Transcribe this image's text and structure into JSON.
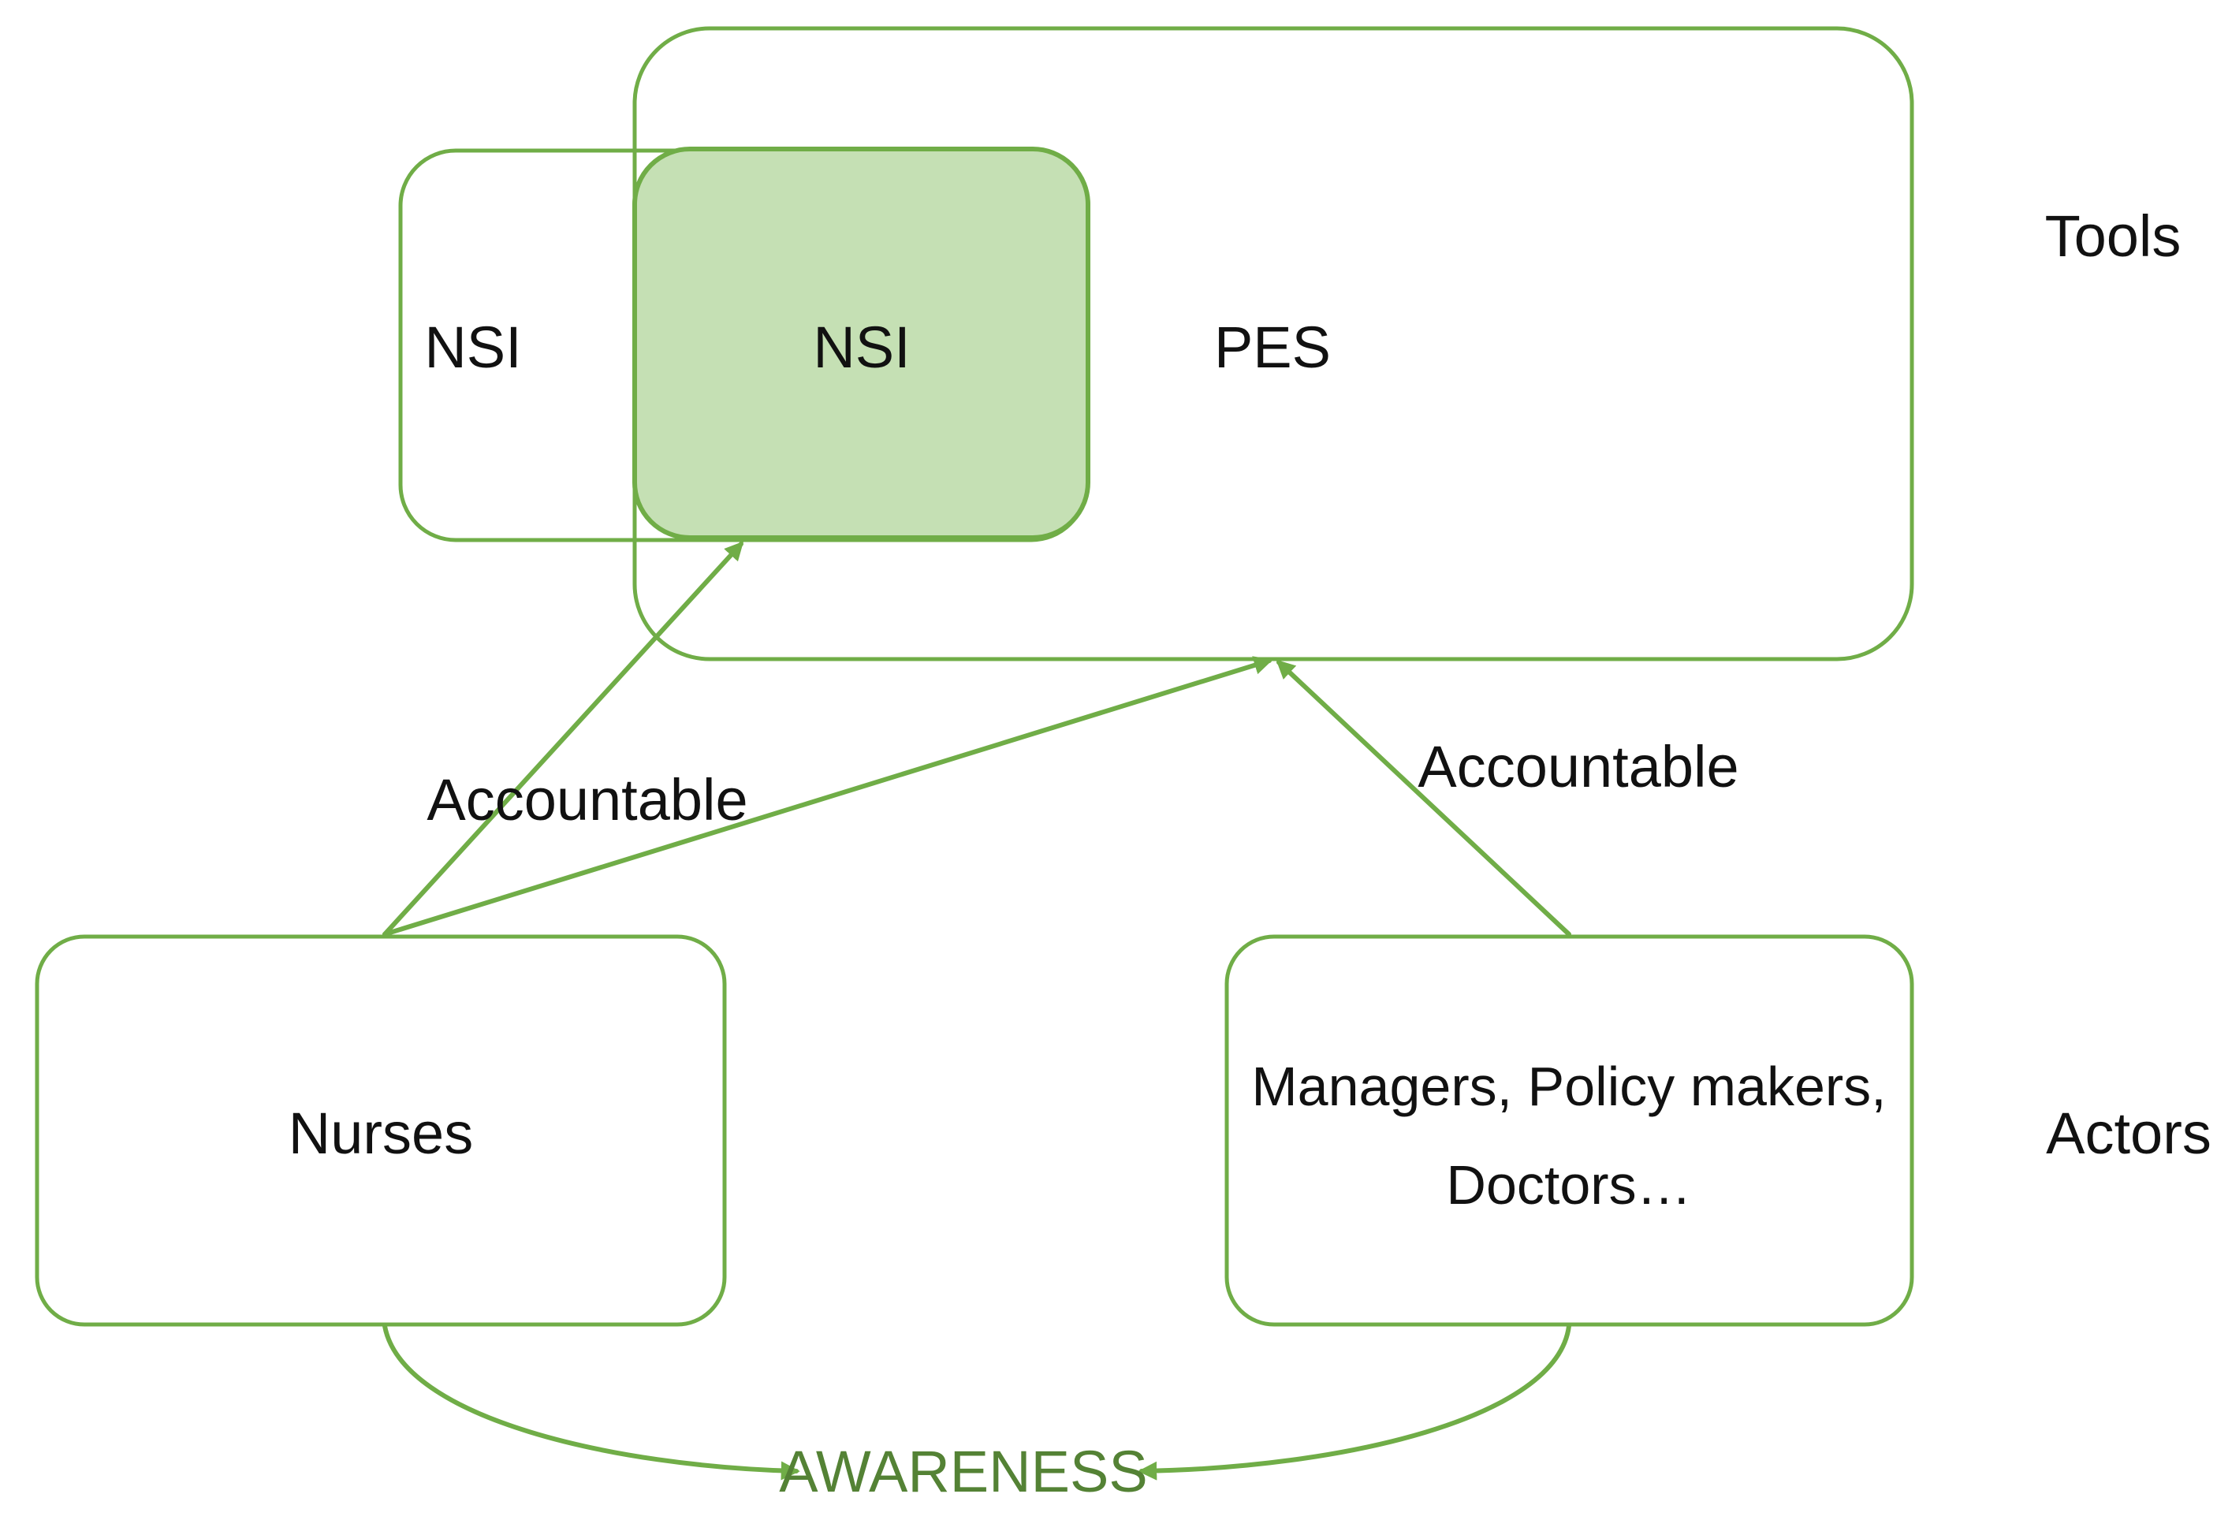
{
  "tools": {
    "nsi_outer_label": "NSI",
    "nsi_inner_label": "NSI",
    "pes_label": "PES",
    "row_label": "Tools"
  },
  "actors": {
    "nurses_label": "Nurses",
    "others_line1": "Managers, Policy makers,",
    "others_line2": "Doctors…",
    "row_label": "Actors"
  },
  "relations": {
    "accountable_left": "Accountable",
    "accountable_right": "Accountable",
    "awareness": "AWARENESS"
  },
  "colors": {
    "accent": "#70ad47",
    "fill": "#c5e0b4",
    "awareness_text": "#548235"
  }
}
